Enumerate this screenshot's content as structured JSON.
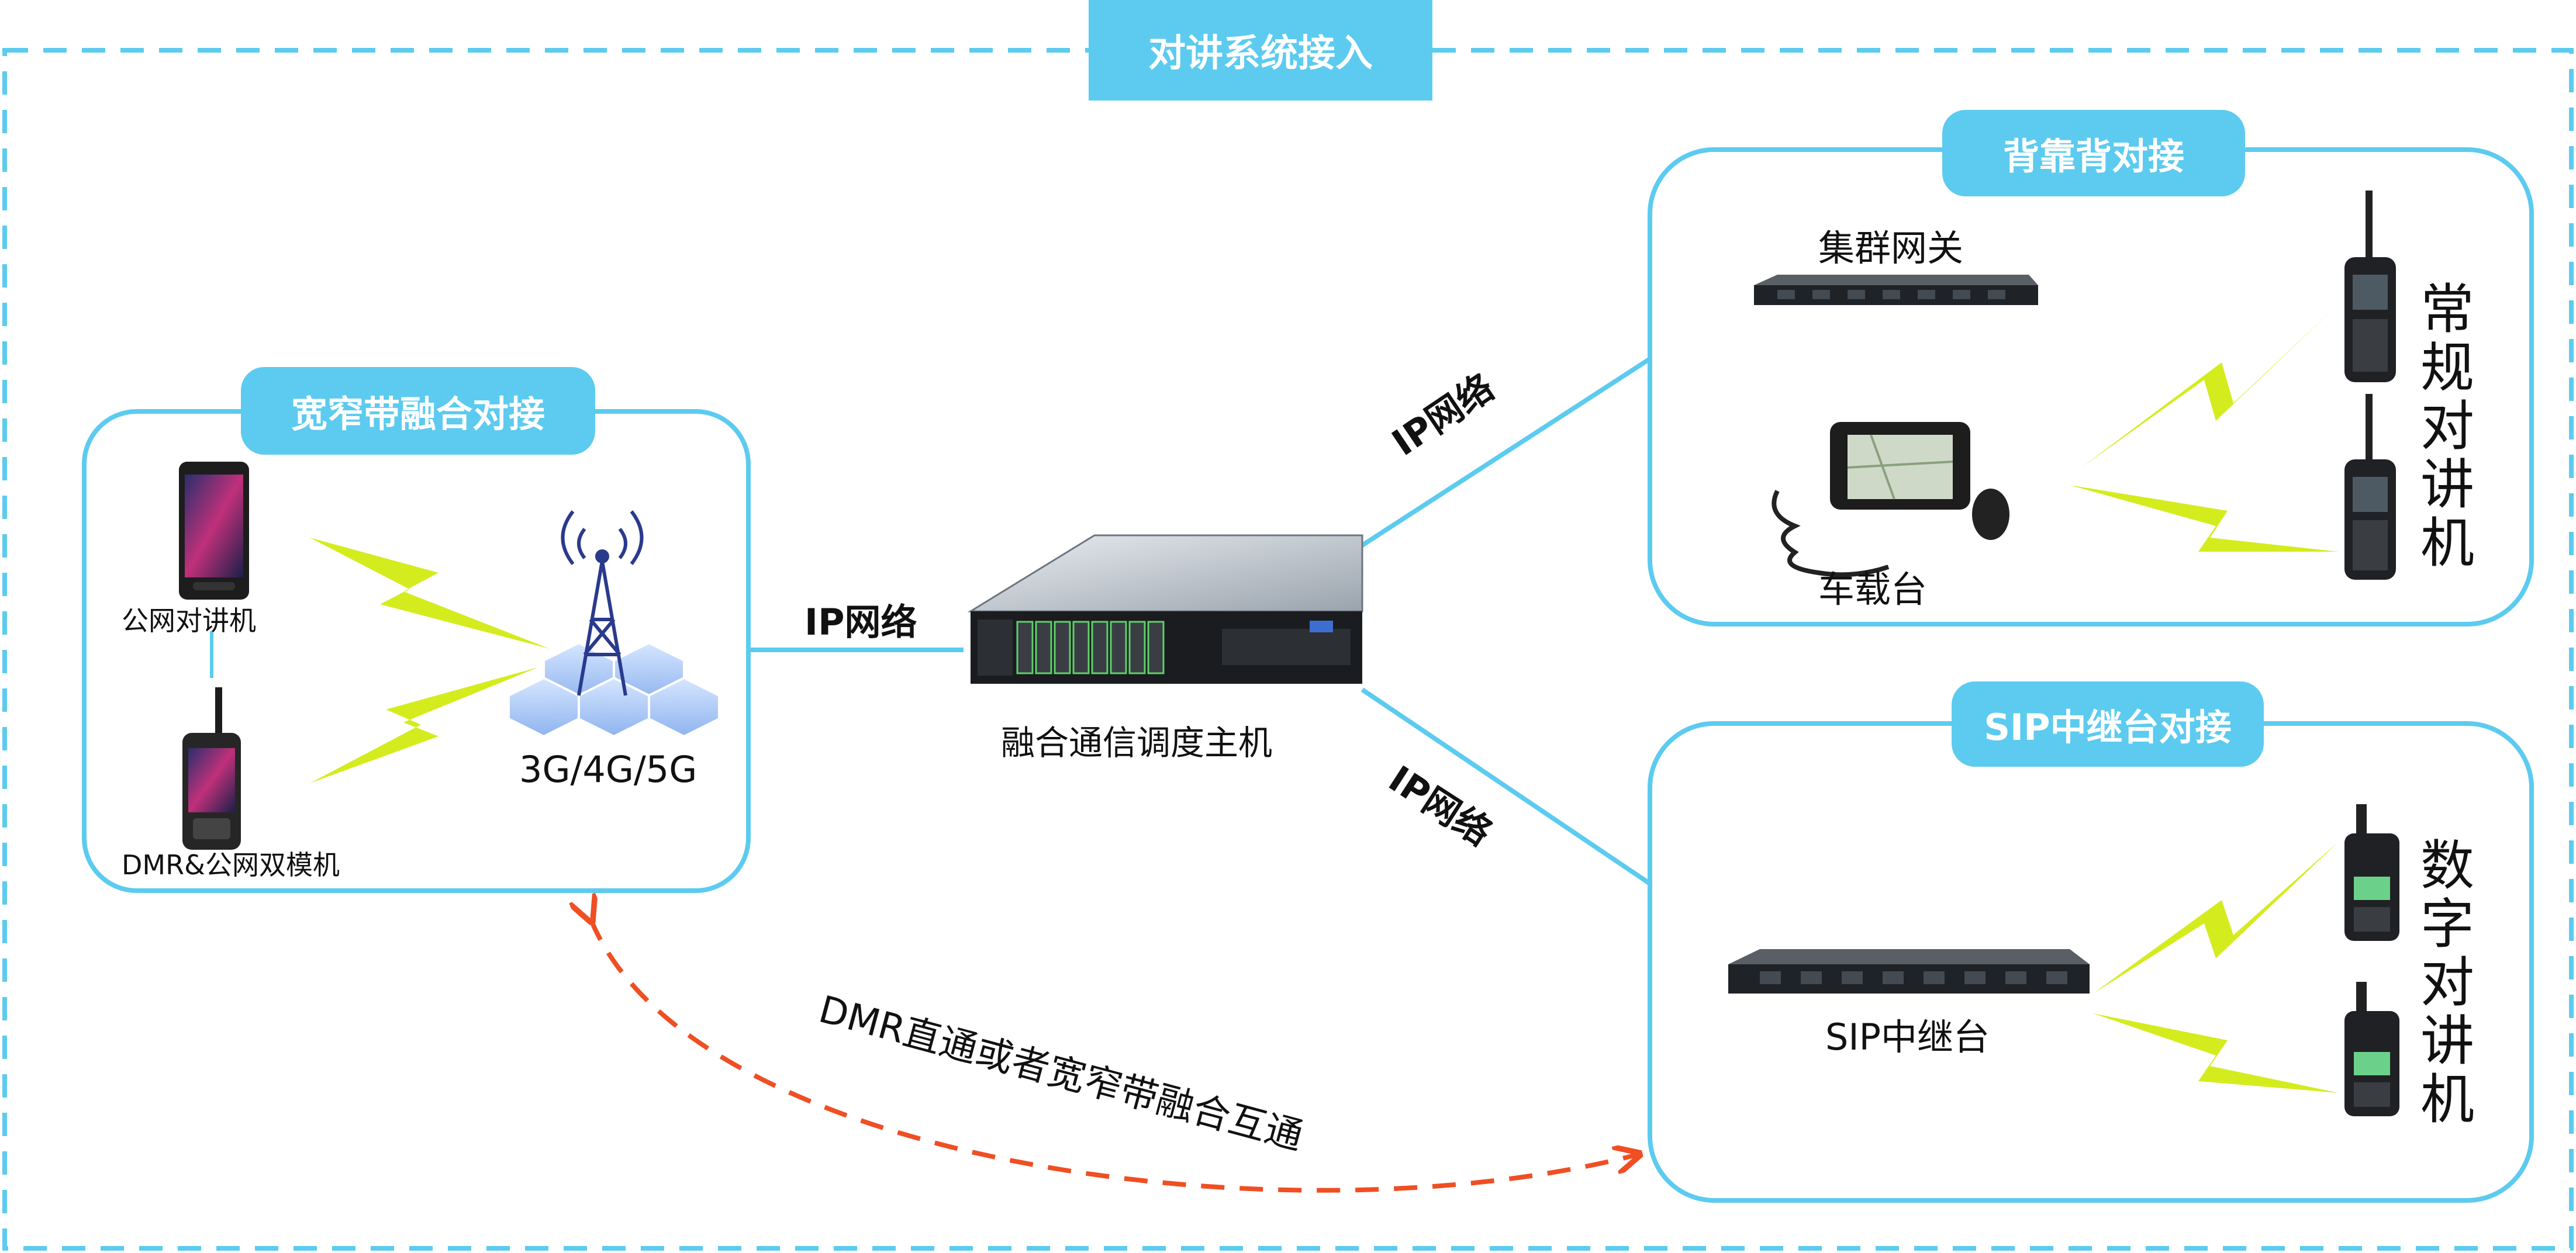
{
  "colors": {
    "accent": "#5ccbef",
    "dashed_border": "#5ccbef",
    "link_line": "#5ccbef",
    "lightning": "#d4ec1e",
    "arrow": "#f04e23",
    "text": "#111111"
  },
  "outer_title": "对讲系统接入",
  "broadband_group": {
    "title": "宽窄带融合对接",
    "phone_label": "公网对讲机",
    "dualmode_label": "DMR&公网双模机",
    "tower_label": "3G/4G/5G"
  },
  "center": {
    "server_label": "融合通信调度主机",
    "ip_left": "IP网络",
    "ip_upper": "IP网络",
    "ip_lower": "IP网络"
  },
  "backtoback_group": {
    "title": "背靠背对接",
    "gateway_label": "集群网关",
    "vehicle_label": "车载台",
    "radios_label": "常规对讲机"
  },
  "sip_group": {
    "title": "SIP中继台对接",
    "repeater_label": "SIP中继台",
    "radios_label": "数字对讲机"
  },
  "interop_arrow_label": "DMR直通或者宽窄带融合互通",
  "icons": [
    "smartphone-icon",
    "dual-mode-radio-icon",
    "cell-tower-icon",
    "rack-server-icon",
    "trunk-gateway-icon",
    "vehicle-radio-icon",
    "handheld-radio-icon",
    "sip-repeater-icon",
    "lightning-icon",
    "curved-arrow-icon"
  ]
}
